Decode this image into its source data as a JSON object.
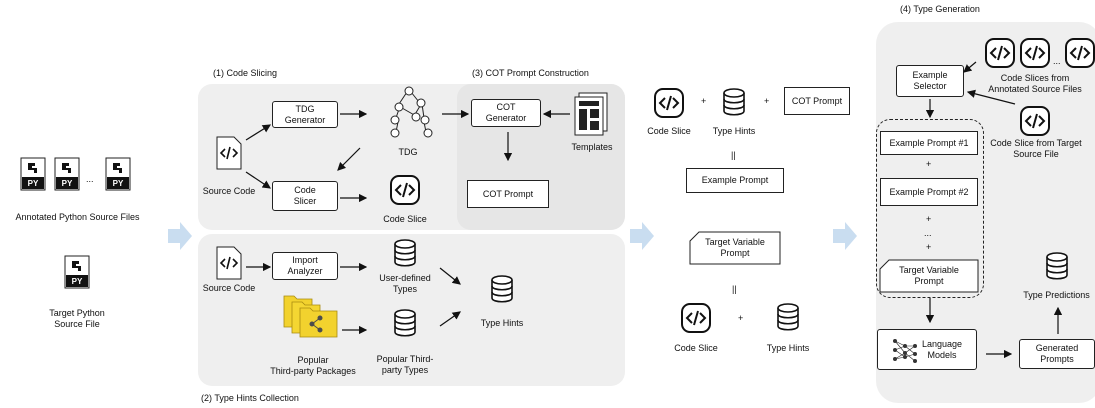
{
  "left": {
    "py_label": "PY",
    "ellipsis": "...",
    "annotated_files": "Annotated Python Source Files",
    "target_file_line1": "Target Python",
    "target_file_line2": "Source File"
  },
  "code_slicing": {
    "title": "(1) Code Slicing",
    "tdg_generator_line1": "TDG",
    "tdg_generator_line2": "Generator",
    "tdg": "TDG",
    "source_code": "Source Code",
    "code_slicer_line1": "Code",
    "code_slicer_line2": "Slicer",
    "code_slice": "Code Slice"
  },
  "cot": {
    "title": "(3) COT Prompt Construction",
    "generator_line1": "COT",
    "generator_line2": "Generator",
    "templates": "Templates",
    "prompt": "COT Prompt"
  },
  "type_hints": {
    "title": "(2) Type Hints Collection",
    "source_code": "Source Code",
    "import_analyzer_line1": "Import",
    "import_analyzer_line2": "Analyzer",
    "user_defined_line1": "User-defined",
    "user_defined_line2": "Types",
    "popular_packages_line1": "Popular",
    "popular_packages_line2": "Third-party Packages",
    "popular_types_line1": "Popular Third-",
    "popular_types_line2": "party Types",
    "type_hints": "Type Hints"
  },
  "middle": {
    "code_slice": "Code Slice",
    "plus": "+",
    "type_hints": "Type Hints",
    "cot_prompt": "COT Prompt",
    "equals": "||",
    "example_prompt": "Example Prompt",
    "target_var_line1": "Target Variable",
    "target_var_line2": "Prompt",
    "code_slice_2": "Code Slice",
    "type_hints_2": "Type Hints"
  },
  "type_gen": {
    "title": "(4) Type Generation",
    "example_selector_line1": "Example",
    "example_selector_line2": "Selector",
    "ellipsis": "...",
    "slices_annotated_line1": "Code Slices from",
    "slices_annotated_line2": "Annotated Source Files",
    "slice_target_line1": "Code Slice from Target",
    "slice_target_line2": "Source File",
    "example_prompt_1": "Example Prompt #1",
    "plus": "+",
    "example_prompt_2": "Example Prompt #2",
    "dots": "...",
    "target_var_line1": "Target Variable",
    "target_var_line2": "Prompt",
    "type_predictions": "Type Predictions",
    "language_models_line1": "Language",
    "language_models_line2": "Models",
    "generated_line1": "Generated",
    "generated_line2": "Prompts"
  },
  "colors": {
    "panel": "#efefef",
    "flow_arrow": "#c9ddf0",
    "folder": "#f2d22e",
    "folder_edge": "#a88a10",
    "stroke": "#222222"
  }
}
